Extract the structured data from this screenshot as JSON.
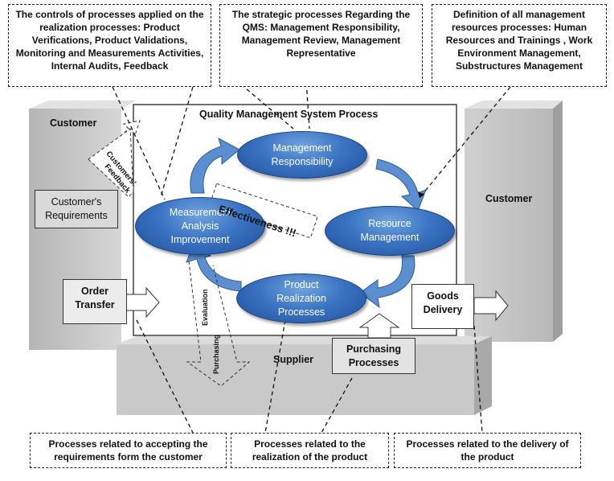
{
  "top_boxes": {
    "controls": "The controls of processes applied on the realization processes: Product Verifications, Product Validations, Monitoring and Measurements Activities, Internal Audits, Feedback",
    "strategic": "The strategic  processes Regarding the QMS: Management Responsibility, Management Review, Management Representative",
    "resources": "Definition of all management resources  processes: Human Resources and Trainings , Work Environment Management, Substructures Management"
  },
  "bottom_boxes": {
    "accepting": "Processes related to accepting the requirements form the customer",
    "realization": "Processes related to the realization of the product",
    "delivery": "Processes related to the delivery of the product"
  },
  "center": {
    "title": "Quality Management System Process",
    "effectiveness": "Effectiveness !!!",
    "management_responsibility": [
      "Management",
      "Responsibility"
    ],
    "resource_management": [
      "Resource",
      "Management"
    ],
    "measurement": [
      "Measurement",
      "Analysis",
      "Improvement"
    ],
    "product_realization": [
      "Product",
      "Realization",
      "Processes"
    ]
  },
  "left": {
    "customer": "Customer",
    "requirements": "Customer's Requirements",
    "order_transfer": "Order Transfer",
    "feedback_line1": "Customers'",
    "feedback_line2": "Feedback"
  },
  "right": {
    "customer": "Customer",
    "goods_delivery": "Goods Delivery"
  },
  "bottom": {
    "supplier": "Supplier",
    "purchasing_processes": "Purchasing Processes",
    "purchasing": "Purchasing",
    "evaluation": "Evaluation"
  }
}
